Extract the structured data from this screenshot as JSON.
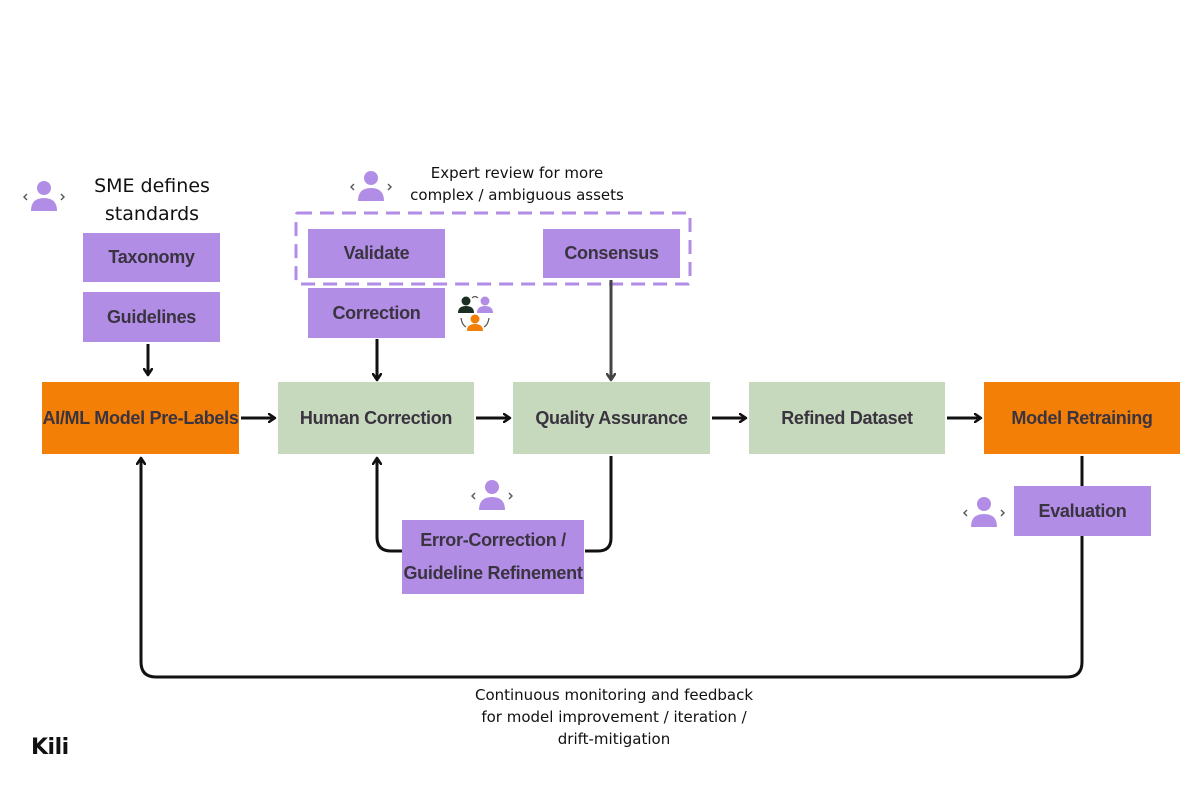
{
  "labels": {
    "sme_line1": "SME defines",
    "sme_line2": "standards",
    "expert_line1": "Expert review for more",
    "expert_line2": "complex / ambiguous assets",
    "monitor_line1": "Continuous monitoring and feedback",
    "monitor_line2": "for model improvement / iteration /",
    "monitor_line3": "drift-mitigation"
  },
  "boxes": {
    "taxonomy": "Taxonomy",
    "guidelines": "Guidelines",
    "validate": "Validate",
    "consensus": "Consensus",
    "correction": "Correction",
    "prelabels": "AI/ML Model Pre-Labels",
    "human_correction": "Human Correction",
    "quality_assurance": "Quality Assurance",
    "refined_dataset": "Refined Dataset",
    "model_retraining": "Model Retraining",
    "evaluation": "Evaluation",
    "error_line1": "Error-Correction /",
    "error_line2": "Guideline Refinement"
  },
  "brand": {
    "logo": "Kili"
  },
  "colors": {
    "purple": "#b28de6",
    "green": "#c6d9bc",
    "orange": "#f47f06",
    "arrow": "#111111",
    "dashed": "#b28de6"
  },
  "icons": [
    "user-code-icon",
    "team-icon"
  ]
}
